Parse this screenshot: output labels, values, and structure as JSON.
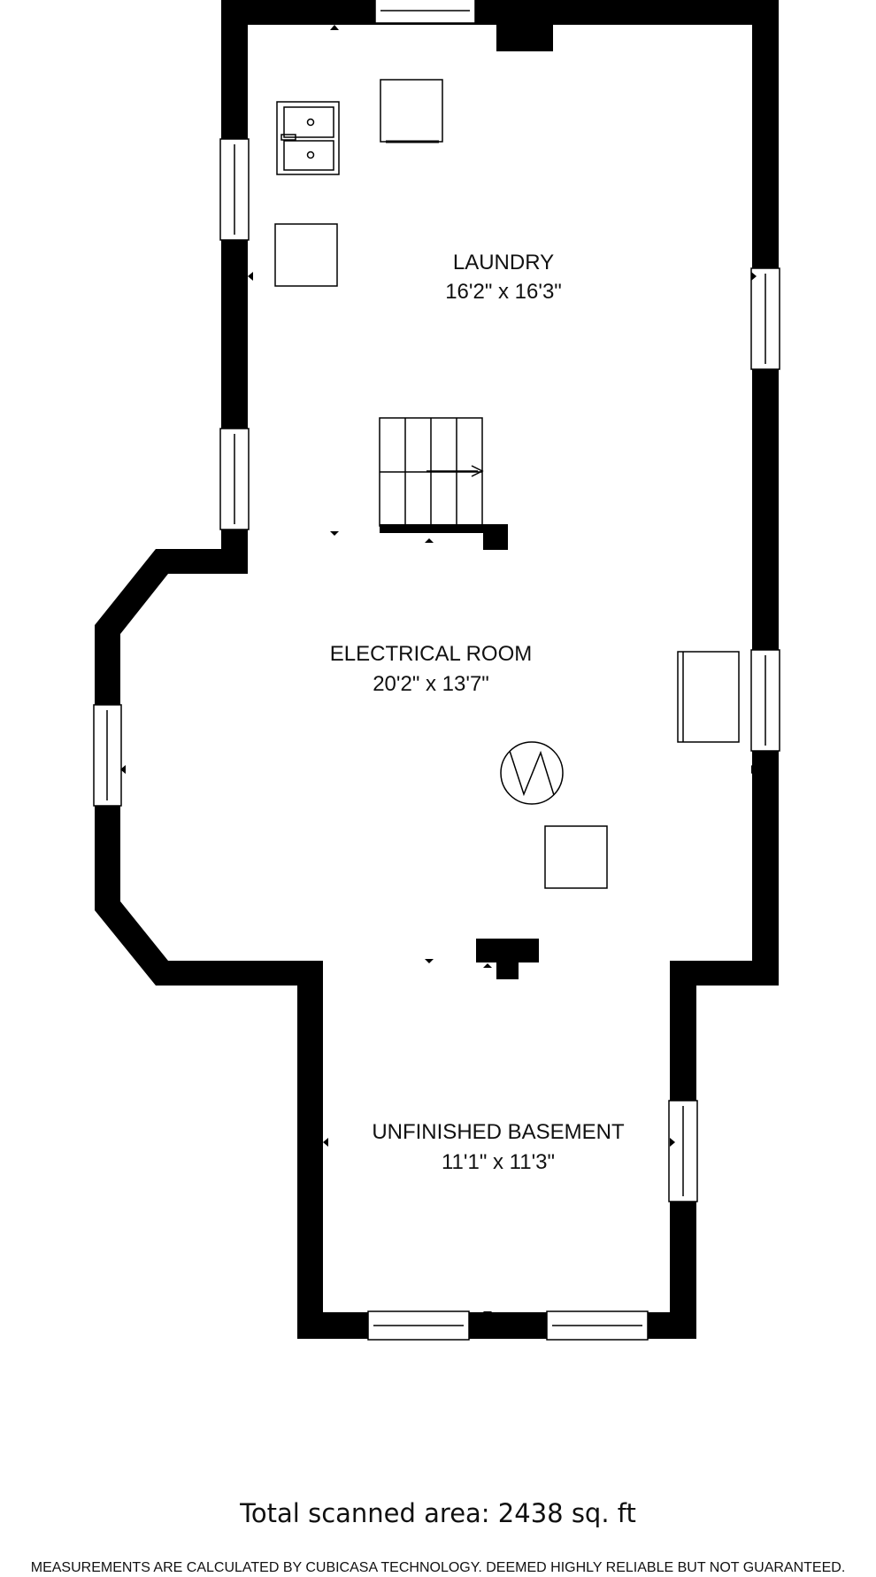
{
  "rooms": [
    {
      "name": "LAUNDRY",
      "dims": "16'2\" x 16'3\""
    },
    {
      "name": "ELECTRICAL ROOM",
      "dims": "20'2\" x 13'7\""
    },
    {
      "name": "UNFINISHED BASEMENT",
      "dims": "11'1\" x 11'3\""
    }
  ],
  "footer": {
    "total_area": "Total scanned area: 2438 sq. ft",
    "disclaimer": "MEASUREMENTS ARE CALCULATED BY CUBICASA TECHNOLOGY. DEEMED HIGHLY RELIABLE BUT NOT GUARANTEED."
  },
  "colors": {
    "wall": "#000000",
    "background": "#ffffff"
  }
}
